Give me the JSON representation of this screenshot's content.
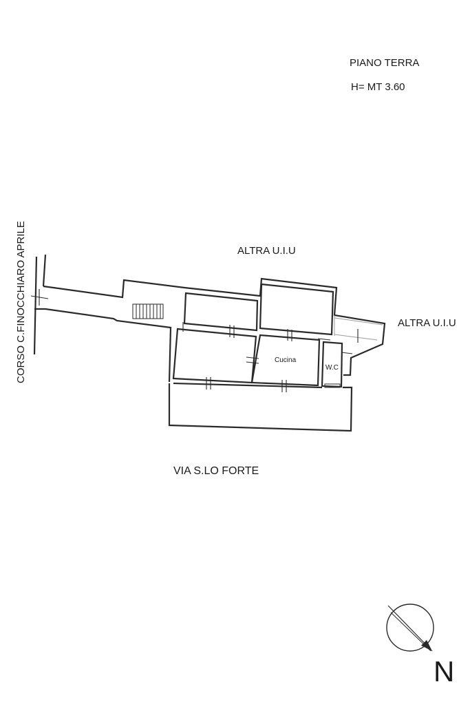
{
  "header": {
    "floor_label": "PIANO TERRA",
    "height_label": "H= MT 3.60"
  },
  "streets": {
    "west": "CORSO C.FINOCCHIARO APRILE",
    "south": "VIA S.LO FORTE"
  },
  "neighbors": {
    "north": "ALTRA U.I.U",
    "east": "ALTRA U.I.U"
  },
  "rooms": {
    "kitchen": "Cucina",
    "wc": "W.C"
  },
  "compass": {
    "north_letter": "N"
  }
}
